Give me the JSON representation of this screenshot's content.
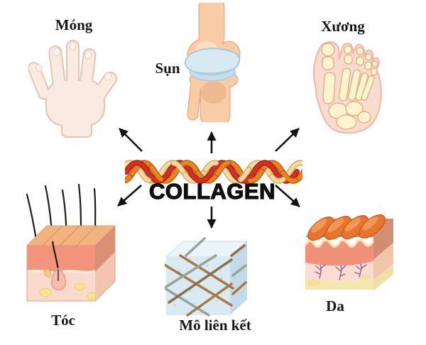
{
  "diagram": {
    "center": {
      "label": "COLLAGEN",
      "icon": "collagen-fiber-braid-icon",
      "braid_colors": {
        "red": "#d5301d",
        "orange": "#e9851f",
        "cream": "#f3d9a3"
      }
    },
    "style": {
      "background": "#ffffff",
      "label_color": "#15151e",
      "arrow_color": "#131313"
    },
    "items": [
      {
        "id": "mong",
        "label": "Móng",
        "icon": "hand-fingernails-illustration",
        "position": "top-left",
        "arrow_direction": "up-left"
      },
      {
        "id": "sun",
        "label": "Sụn",
        "icon": "knee-joint-cartilage-illustration",
        "position": "top-center",
        "arrow_direction": "up"
      },
      {
        "id": "xuong",
        "label": "Xương",
        "icon": "foot-bones-illustration",
        "position": "top-right",
        "arrow_direction": "up-right"
      },
      {
        "id": "toc",
        "label": "Tóc",
        "icon": "hair-follicle-skin-block-illustration",
        "position": "bottom-left",
        "arrow_direction": "down-left"
      },
      {
        "id": "mo-lien-ket",
        "label": "Mô liên kết",
        "icon": "connective-tissue-cube-illustration",
        "position": "bottom-center",
        "arrow_direction": "down"
      },
      {
        "id": "da",
        "label": "Da",
        "icon": "skin-layers-block-illustration",
        "position": "bottom-right",
        "arrow_direction": "down-right"
      }
    ]
  }
}
